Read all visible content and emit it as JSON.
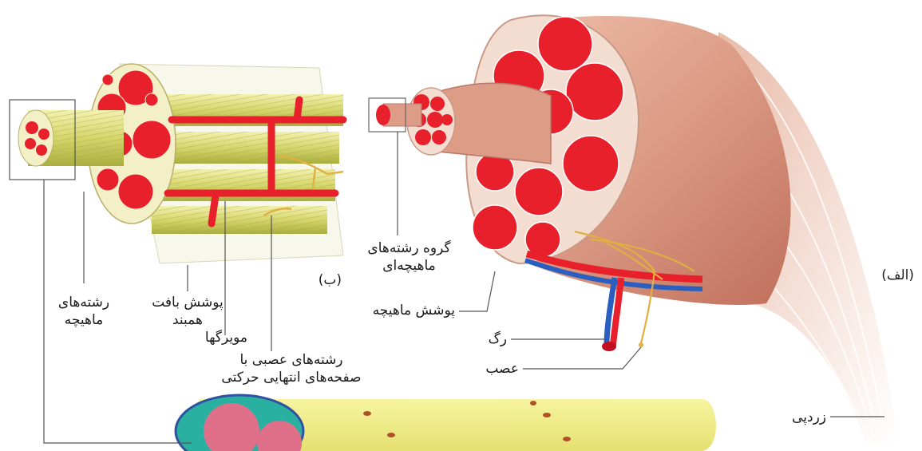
{
  "labels": {
    "fiber": [
      "رشته‌های",
      "ماهیچه"
    ],
    "connective": [
      "پوشش بافت",
      "همبند"
    ],
    "capillaries": "مویرگها",
    "nerve_endplates": [
      "رشته‌های عصبی با",
      "صفحه‌های انتهایی حرکتی"
    ],
    "bundle": [
      "گروه رشته‌های",
      "ماهیچه‌ای"
    ],
    "muscle_sheath": "پوشش ماهیچه",
    "vessel": "رگ",
    "nerve": "عصب",
    "tendon": "زردپی",
    "panel_a": "(الف)",
    "panel_b": "(ب)"
  },
  "colors": {
    "fiber_red": "#e8202c",
    "fiber_yellow": "#d9dc78",
    "muscle_pink": "#e0a08a",
    "vein_blue": "#2a5fc0",
    "nerve_gold": "#e0b040"
  }
}
